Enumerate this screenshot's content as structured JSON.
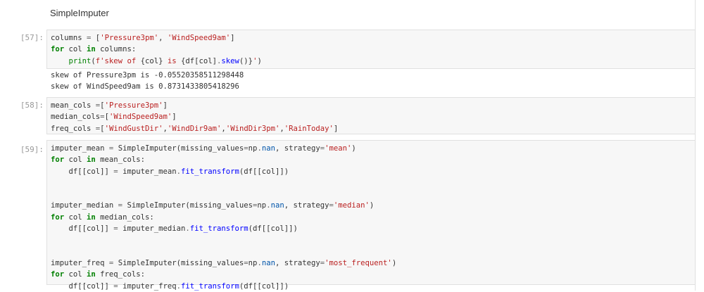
{
  "markdown": {
    "heading": "SimpleImputer"
  },
  "cells": [
    {
      "prompt": "[57]:",
      "code_lines": [
        "columns = ['Pressure3pm', 'WindSpeed9am']",
        "for col in columns:",
        "    print(f'skew of {col} is {df[col].skew()}')"
      ],
      "output_lines": [
        "skew of Pressure3pm is -0.05520358511298448",
        "skew of WindSpeed9am is 0.8731433805418296"
      ]
    },
    {
      "prompt": "[58]:",
      "code_lines": [
        "mean_cols =['Pressure3pm']",
        "median_cols=['WindSpeed9am']",
        "freq_cols =['WindGustDir','WindDir9am','WindDir3pm','RainToday']"
      ]
    },
    {
      "prompt": "[59]:",
      "code_lines": [
        "imputer_mean = SimpleImputer(missing_values=np.nan, strategy='mean')",
        "for col in mean_cols:",
        "    df[[col]] = imputer_mean.fit_transform(df[[col]])",
        "",
        "",
        "imputer_median = SimpleImputer(missing_values=np.nan, strategy='median')",
        "for col in median_cols:",
        "    df[[col]] = imputer_median.fit_transform(df[[col]])",
        "",
        "",
        "imputer_freq = SimpleImputer(missing_values=np.nan, strategy='most_frequent')",
        "for col in freq_cols:",
        "    df[[col]] = imputer_freq.fit_transform(df[[col]])"
      ]
    }
  ]
}
